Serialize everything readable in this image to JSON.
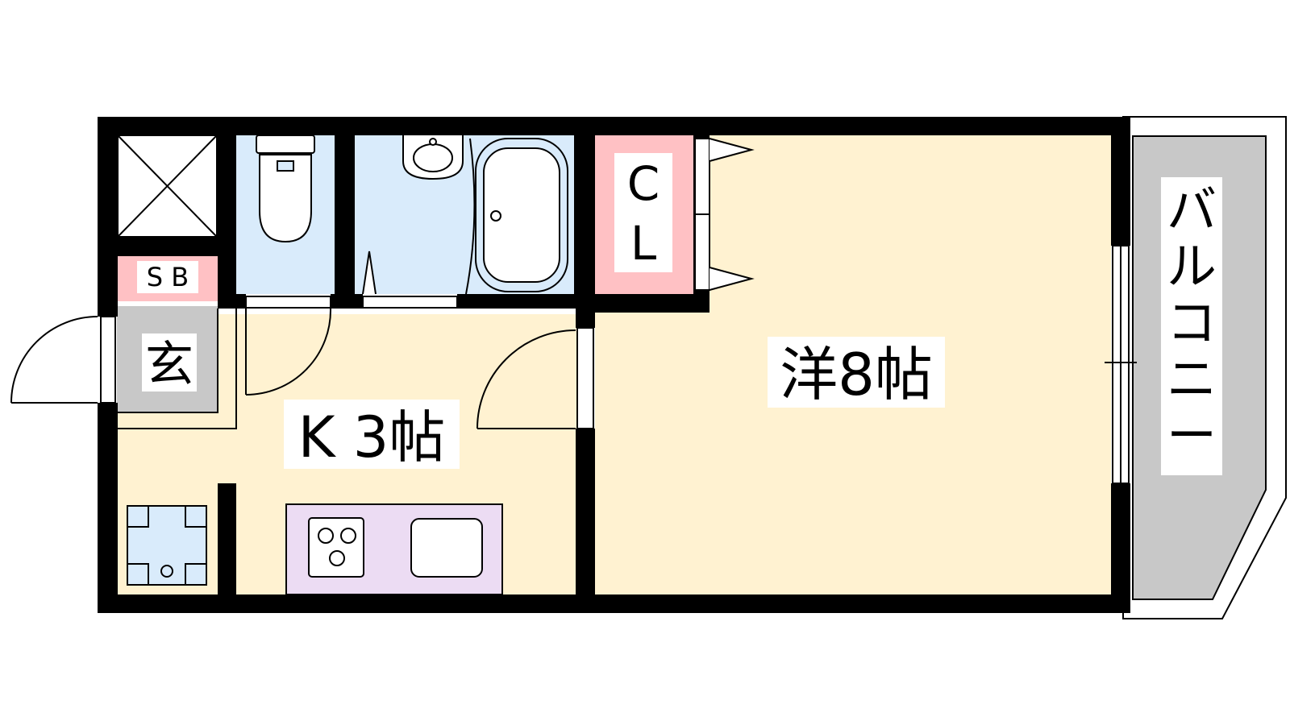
{
  "labels": {
    "western_room": "洋8帖",
    "kitchen": "K 3帖",
    "closet_line1": "C",
    "closet_line2": "L",
    "shoe_box": "S B",
    "entrance": "玄",
    "balcony": [
      "バ",
      "ル",
      "コ",
      "ニ",
      "ー"
    ]
  },
  "colors": {
    "western_floor": "#fff2d1",
    "kitchen_floor": "#fff2d1",
    "wet_area": "#d9ebfb",
    "closet": "#ffc1c4",
    "shoe_box": "#ffc1c4",
    "entrance": "#c8c8c8",
    "balcony": "#c8c8c8",
    "kitchen_counter": "#ecdcf3",
    "wall": "#000000"
  }
}
